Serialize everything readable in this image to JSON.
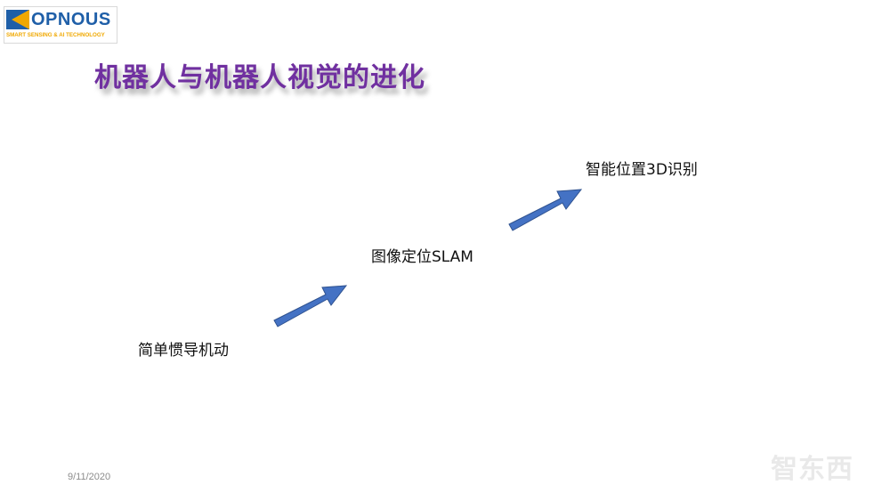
{
  "logo": {
    "wordmark": "OPNOUS",
    "tagline": "SMART SENSING & AI TECHNOLOGY"
  },
  "slide": {
    "title": "机器人与机器人视觉的进化",
    "steps": [
      {
        "label": "简单惯导机动"
      },
      {
        "label": "图像定位SLAM"
      },
      {
        "label": "智能位置3D识别"
      }
    ],
    "date": "9/11/2020",
    "watermark": "智东西"
  },
  "colors": {
    "title": "#7030a0",
    "arrow": "#4472c4",
    "logo_blue": "#1f5fa8",
    "logo_yellow": "#f0a800"
  }
}
